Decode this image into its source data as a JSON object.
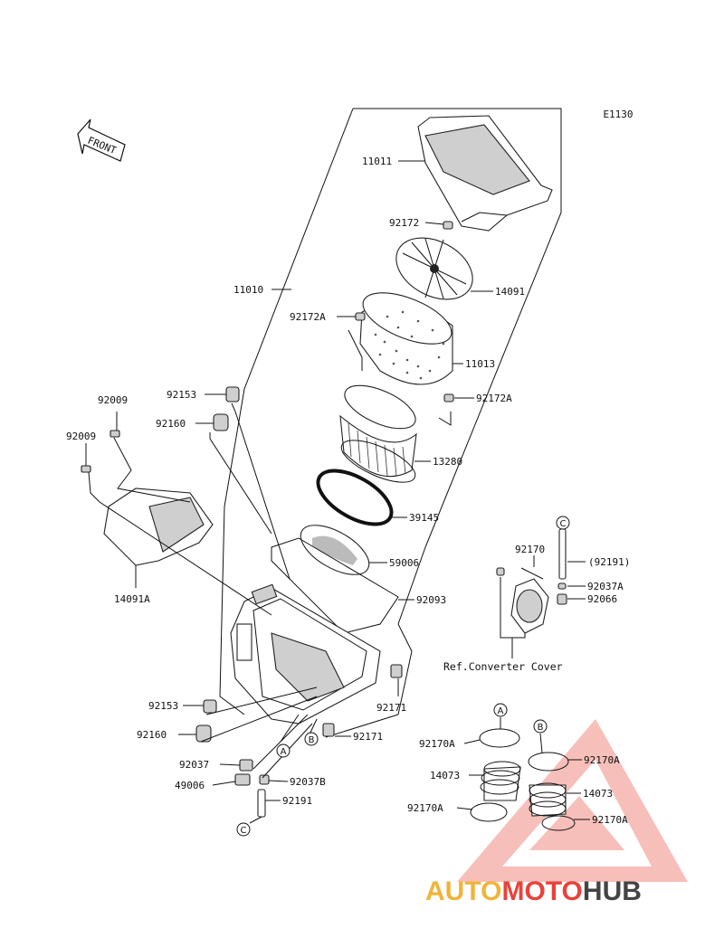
{
  "diagram_code": "E1130",
  "front_label": "FRONT",
  "parts": {
    "p11011": "11011",
    "p92172": "92172",
    "p14091": "14091",
    "p11010": "11010",
    "p92172A_top": "92172A",
    "p11013": "11013",
    "p92172A_mid": "92172A",
    "p92153_top": "92153",
    "p92160_top": "92160",
    "p13280": "13280",
    "p92009_a": "92009",
    "p92009_b": "92009",
    "p39145": "39145",
    "p59006": "59006",
    "p14091A": "14091A",
    "p92093": "92093",
    "p92170": "92170",
    "p92191_ref": "(92191)",
    "p92037A": "92037A",
    "p92066": "92066",
    "p92171_a": "92171",
    "p92153_bot": "92153",
    "p92160_bot": "92160",
    "p92171_b": "92171",
    "p92037": "92037",
    "p92037B": "92037B",
    "p49006": "49006",
    "p92191": "92191",
    "p92170A_1": "92170A",
    "p92170A_2": "92170A",
    "p14073_1": "14073",
    "p14073_2": "14073",
    "p92170A_3": "92170A",
    "p92170A_4": "92170A"
  },
  "ref_note": "Ref.Converter Cover",
  "markers": {
    "a1": "A",
    "b1": "B",
    "c1": "C",
    "a2": "A",
    "b2": "B",
    "c2": "C"
  },
  "watermark": {
    "part1": "AUTO",
    "part2": "MOTO",
    "part3": "HUB",
    "color1": "#f0b43a",
    "color2": "#e8423a",
    "color3": "#444444"
  }
}
